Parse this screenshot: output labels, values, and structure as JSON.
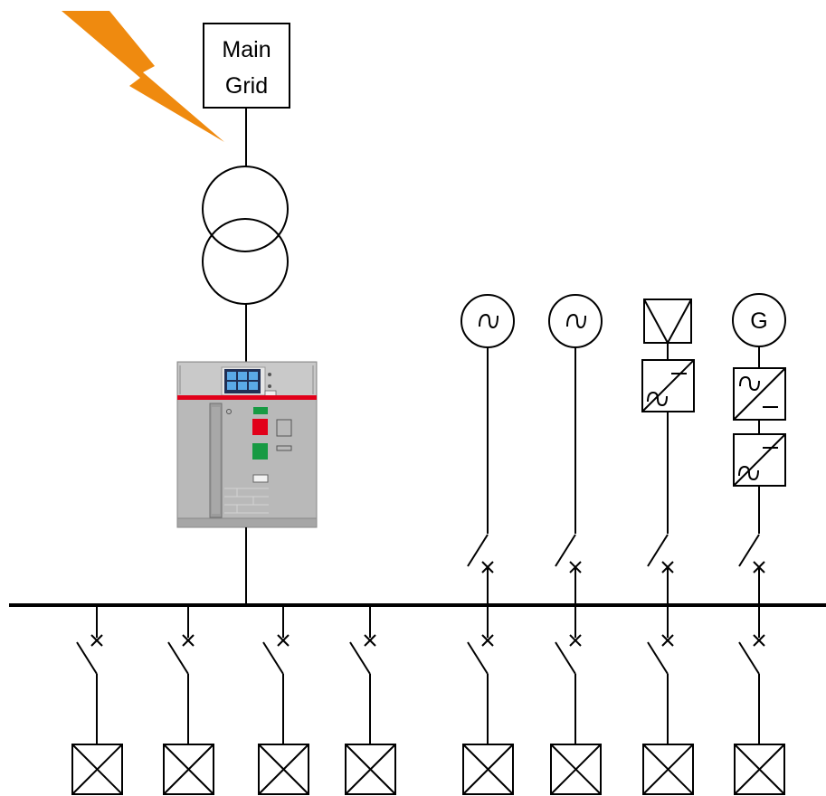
{
  "main_grid": {
    "line1": "Main",
    "line2": "Grid"
  },
  "generator": {
    "label": "G"
  },
  "colors": {
    "lightning": "#ef8a0f",
    "breaker_body": "#b7b7b7",
    "breaker_red_band": "#e2001a",
    "indicator_red": "#e2001a",
    "indicator_green": "#179a43",
    "display_blue": "#1f5fb0"
  },
  "icons": [
    "lightning-bolt-icon",
    "transformer-icon",
    "air-circuit-breaker-icon",
    "ac-source-icon",
    "pv-panel-icon",
    "dc-ac-converter-icon",
    "generator-icon",
    "load-icon",
    "disconnector-switch-icon"
  ]
}
